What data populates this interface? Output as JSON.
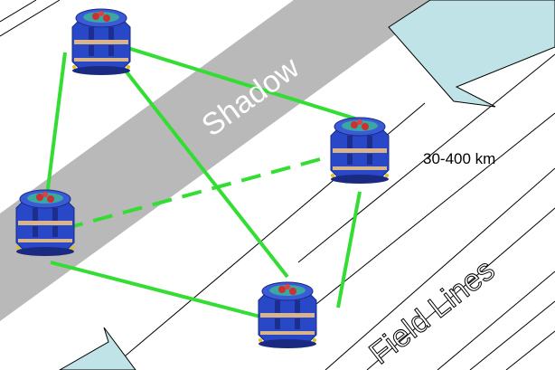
{
  "diagram": {
    "shadow_label": "Shadow",
    "distance_label": "30-400 km",
    "field_label": "Field Lines",
    "colors": {
      "link": "#33dd33",
      "shadow_band": "#b9b9b9",
      "arrow_fill": "#bfe3e6",
      "satellite_body": "#2848c8",
      "satellite_accent": "#c83232"
    },
    "satellites": [
      {
        "id": "sat-top-left"
      },
      {
        "id": "sat-right"
      },
      {
        "id": "sat-left"
      },
      {
        "id": "sat-bottom"
      }
    ],
    "links": [
      {
        "from": "sat-top-left",
        "to": "sat-right",
        "style": "solid"
      },
      {
        "from": "sat-top-left",
        "to": "sat-left",
        "style": "solid"
      },
      {
        "from": "sat-top-left",
        "to": "sat-bottom",
        "style": "solid"
      },
      {
        "from": "sat-right",
        "to": "sat-left",
        "style": "dashed"
      },
      {
        "from": "sat-right",
        "to": "sat-bottom",
        "style": "solid"
      },
      {
        "from": "sat-left",
        "to": "sat-bottom",
        "style": "solid"
      }
    ]
  }
}
